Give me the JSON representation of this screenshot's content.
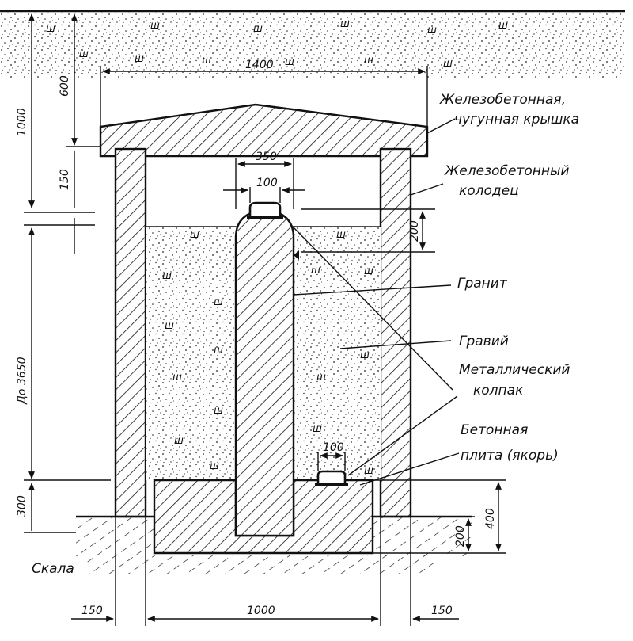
{
  "callouts": {
    "cover_line1": "Железобетонная,",
    "cover_line2": "чугунная крышка",
    "well_line1": "Железобетонный",
    "well_line2": "колодец",
    "granite": "Гранит",
    "gravel": "Гравий",
    "cap_line1": "Металлический",
    "cap_line2": "колпак",
    "slab_line1": "Бетонная",
    "slab_line2": "плита (якорь)",
    "rock": "Скала"
  },
  "dimensions": {
    "top_width": "1400",
    "cover_depth": "600",
    "top_total": "1000",
    "cover_gap": "150",
    "pillar_width": "350",
    "cap_top_width": "100",
    "cap_height": "200",
    "well_height": "До 3650",
    "cap_bottom_width": "100",
    "base_height": "300",
    "anchor_height": "400",
    "anchor_depth": "200",
    "bottom_left": "150",
    "bottom_mid": "1000",
    "bottom_right": "150"
  }
}
